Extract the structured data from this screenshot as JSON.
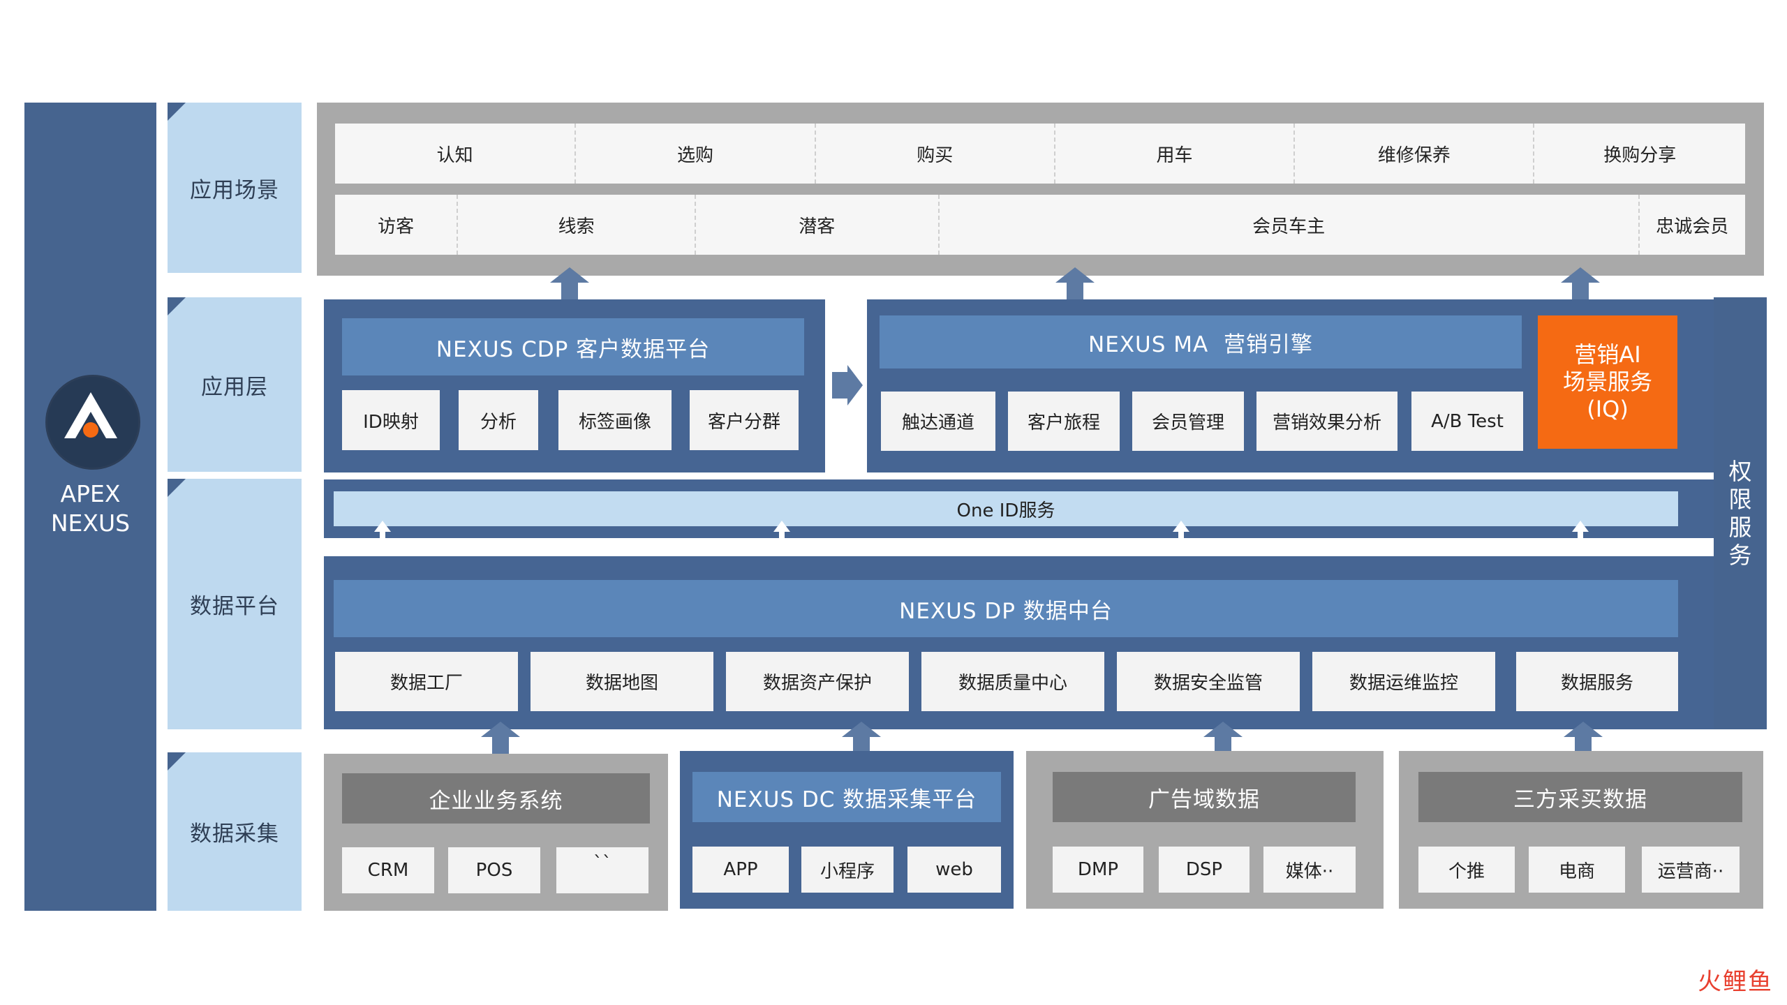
{
  "brand": {
    "line1": "APEX",
    "line2": "NEXUS"
  },
  "layers": {
    "scenes": "应用场景",
    "app": "应用层",
    "data_platform": "数据平台",
    "collection": "数据采集"
  },
  "scenes": {
    "row1": [
      "认知",
      "选购",
      "购买",
      "用车",
      "维修保养",
      "换购分享"
    ],
    "row2": [
      "访客",
      "线索",
      "潜客",
      "会员车主",
      "忠诚会员"
    ]
  },
  "cdp": {
    "title": "NEXUS CDP 客户数据平台",
    "tiles": [
      "ID映射",
      "分析",
      "标签画像",
      "客户分群"
    ]
  },
  "ma": {
    "title": "NEXUS MA  营销引擎",
    "tiles": [
      "触达通道",
      "客户旅程",
      "会员管理",
      "营销效果分析",
      "A/B Test"
    ]
  },
  "ai_service": {
    "line1": "营销AI",
    "line2": "场景服务",
    "line3": "(IQ)"
  },
  "one_id": "One ID服务",
  "dp": {
    "title": "NEXUS DP 数据中台",
    "tiles": [
      "数据工厂",
      "数据地图",
      "数据资产保护",
      "数据质量中心",
      "数据安全监管",
      "数据运维监控",
      "数据服务"
    ]
  },
  "permission": {
    "chars": [
      "权",
      "限",
      "服",
      "务"
    ]
  },
  "sources": {
    "enterprise": {
      "title": "企业业务系统",
      "tiles": [
        "CRM",
        "POS",
        "``"
      ]
    },
    "dc": {
      "title": "NEXUS DC 数据采集平台",
      "tiles": [
        "APP",
        "小程序",
        "web"
      ]
    },
    "ads": {
      "title": "广告域数据",
      "tiles": [
        "DMP",
        "DSP",
        "媒体··"
      ]
    },
    "third": {
      "title": "三方采买数据",
      "tiles": [
        "个推",
        "电商",
        "运营商··"
      ]
    }
  },
  "watermark": "火鲤鱼",
  "colors": {
    "brand_blue": "#46648f",
    "header_blue": "#5b86b9",
    "label_blue": "#bed9ef",
    "accent_orange": "#f56a13",
    "panel_grey": "#a9a9a9"
  }
}
